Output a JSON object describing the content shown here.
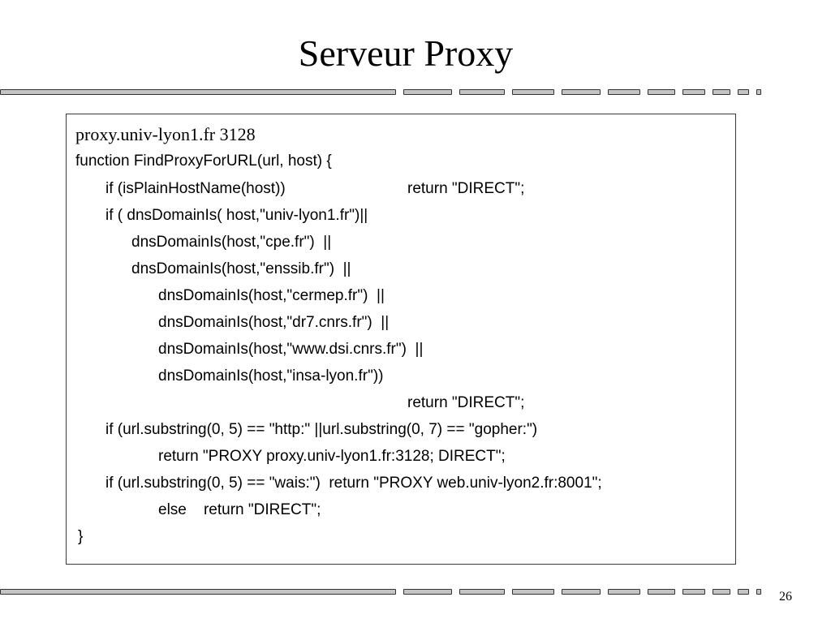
{
  "slide": {
    "title": "Serveur Proxy",
    "page_number": "26"
  },
  "code_box": {
    "heading": "proxy.univ-lyon1.fr 3128",
    "lines": [
      "function FindProxyForURL(url, host) {",
      "if (isPlainHostName(host))",
      "return \"DIRECT\";",
      "if ( dnsDomainIs( host,\"univ-lyon1.fr\")||",
      "dnsDomainIs(host,\"cpe.fr\")  ||",
      "dnsDomainIs(host,\"enssib.fr\")  ||",
      "dnsDomainIs(host,\"cermep.fr\")  ||",
      "dnsDomainIs(host,\"dr7.cnrs.fr\")  ||",
      "dnsDomainIs(host,\"www.dsi.cnrs.fr\")  ||",
      "dnsDomainIs(host,\"insa-lyon.fr\"))",
      "return \"DIRECT\";",
      "if (url.substring(0, 5) == \"http:\" ||url.substring(0, 7) == \"gopher:\")",
      "return \"PROXY proxy.univ-lyon1.fr:3128; DIRECT\";",
      "if (url.substring(0, 5) == \"wais:\")  return \"PROXY web.univ-lyon2.fr:8001\";",
      "else    return \"DIRECT\";",
      "}"
    ]
  },
  "colors": {
    "divider_fill": "#c4c4c4",
    "divider_border": "#333333",
    "box_border": "#3a3a3a",
    "text": "#000000",
    "background": "#ffffff"
  }
}
